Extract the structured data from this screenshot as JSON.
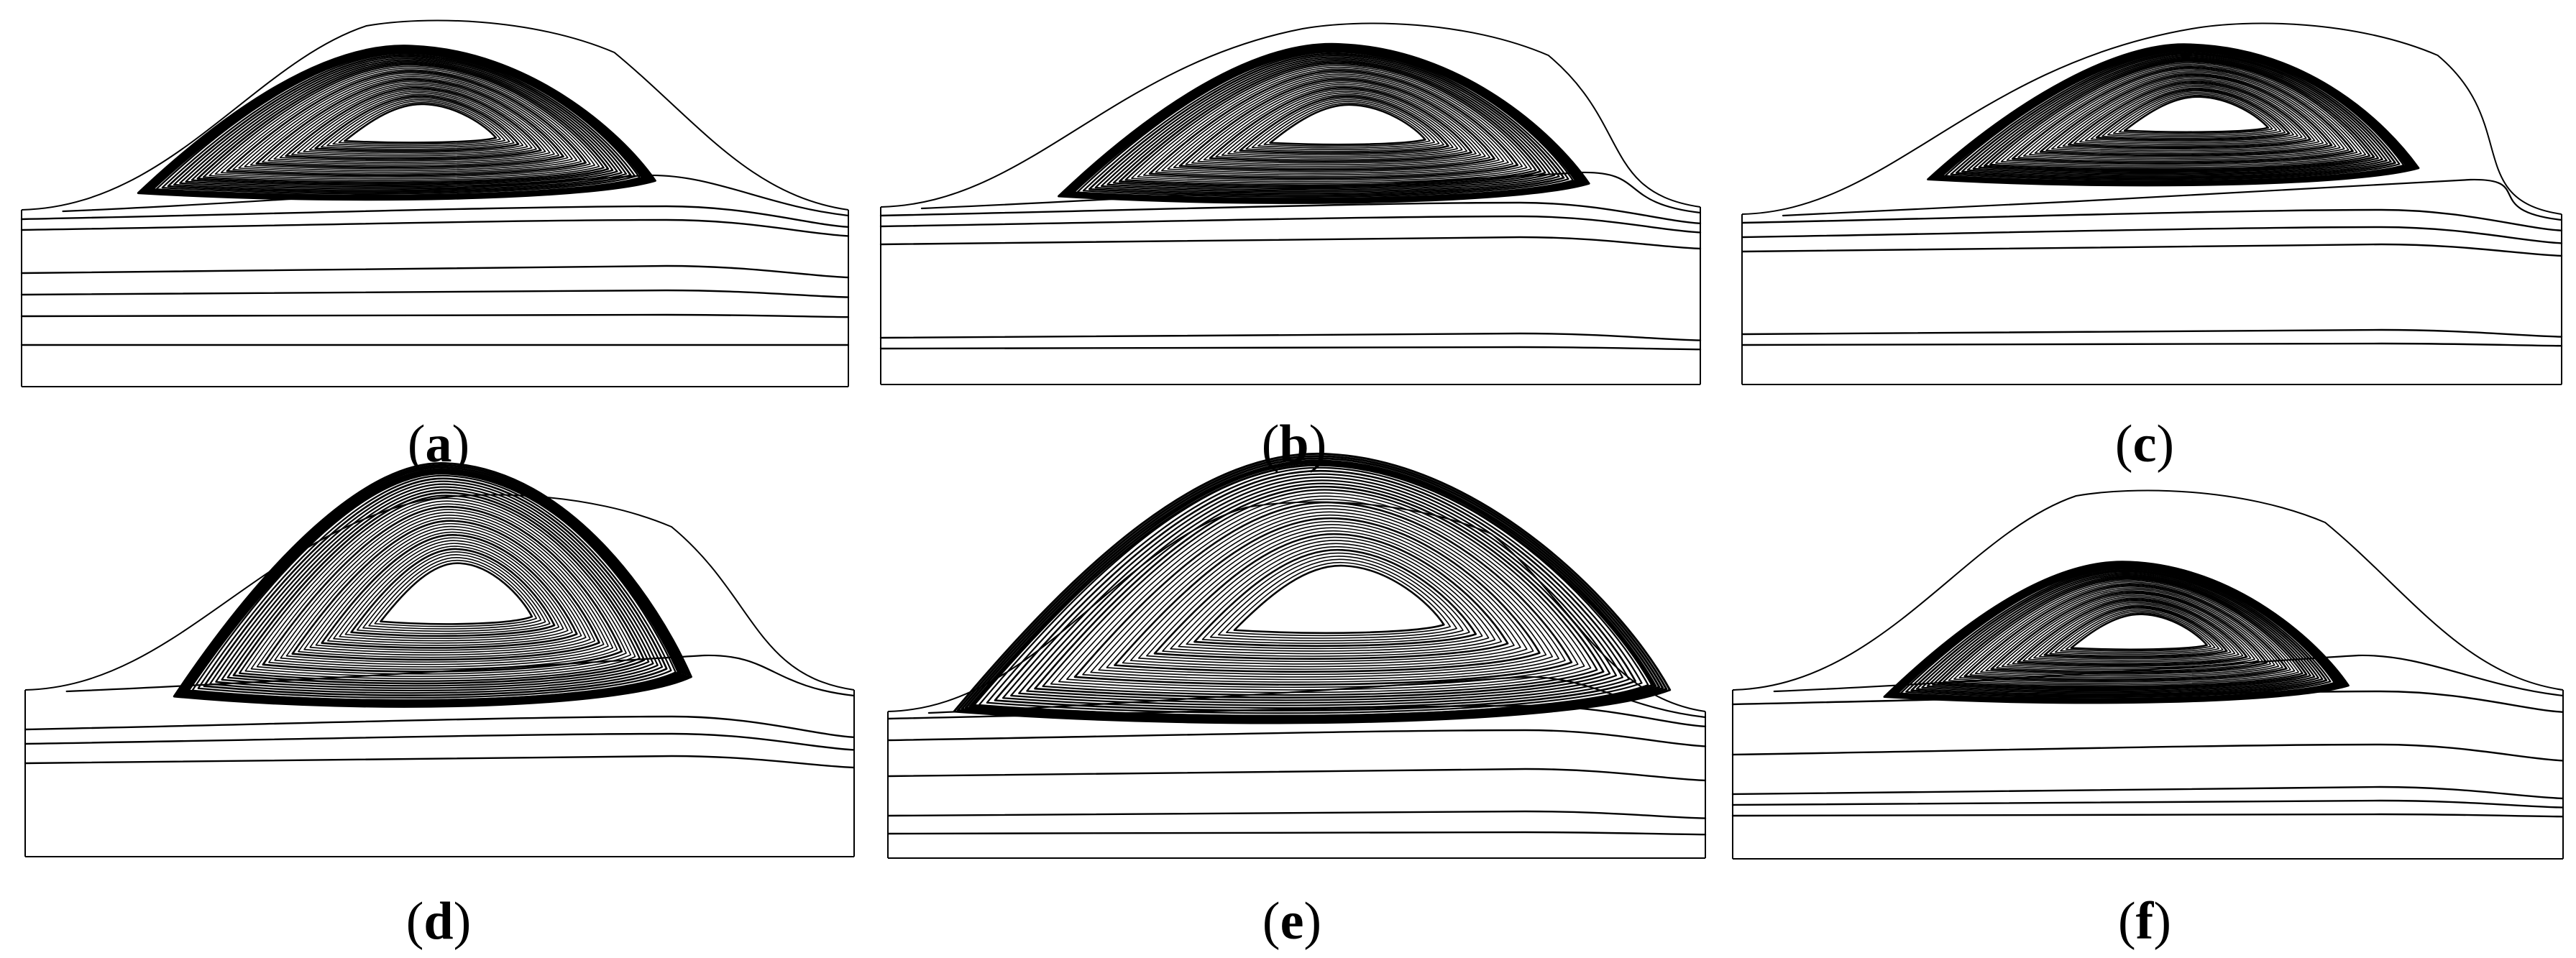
{
  "figure": {
    "panels": [
      {
        "id": "a",
        "label_open": "(",
        "letter": "a",
        "label_close": ")"
      },
      {
        "id": "b",
        "label_open": "(",
        "letter": "b",
        "label_close": ")"
      },
      {
        "id": "c",
        "label_open": "(",
        "letter": "c",
        "label_close": ")"
      },
      {
        "id": "d",
        "label_open": "(",
        "letter": "d",
        "label_close": ")"
      },
      {
        "id": "e",
        "label_open": "(",
        "letter": "e",
        "label_close": ")"
      },
      {
        "id": "f",
        "label_open": "(",
        "letter": "f",
        "label_close": ")"
      }
    ],
    "colors": {
      "line": "#000000",
      "background": "#ffffff"
    }
  }
}
